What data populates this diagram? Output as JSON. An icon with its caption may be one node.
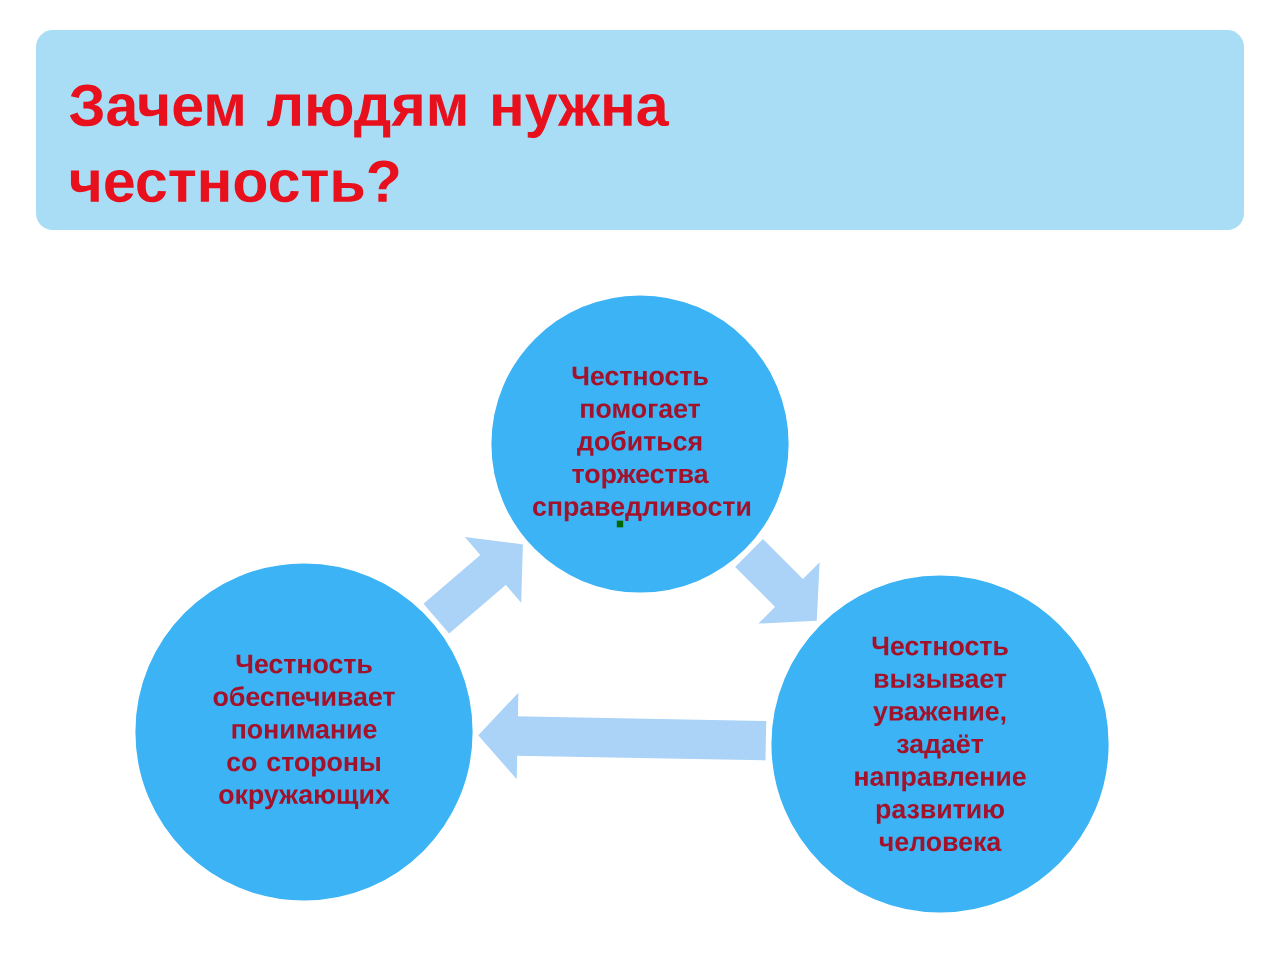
{
  "diagram": {
    "title": "Зачем людям нужна честность?",
    "nodes": [
      {
        "text": [
          "Честность помогает добиться торжества справедливости"
        ]
      },
      {
        "text": [
          "Честность вызывает уважение, задаёт направление развитию человека"
        ]
      },
      {
        "text": [
          "Честность обеспечивает понимание со стороны окружающих"
        ]
      }
    ],
    "edges": [
      {
        "from": 0,
        "to": 1,
        "arrow": "to"
      },
      {
        "from": 1,
        "to": 2,
        "arrow": "to"
      },
      {
        "from": 2,
        "to": 0,
        "arrow": "to"
      }
    ],
    "labels": [
      "."
    ]
  }
}
